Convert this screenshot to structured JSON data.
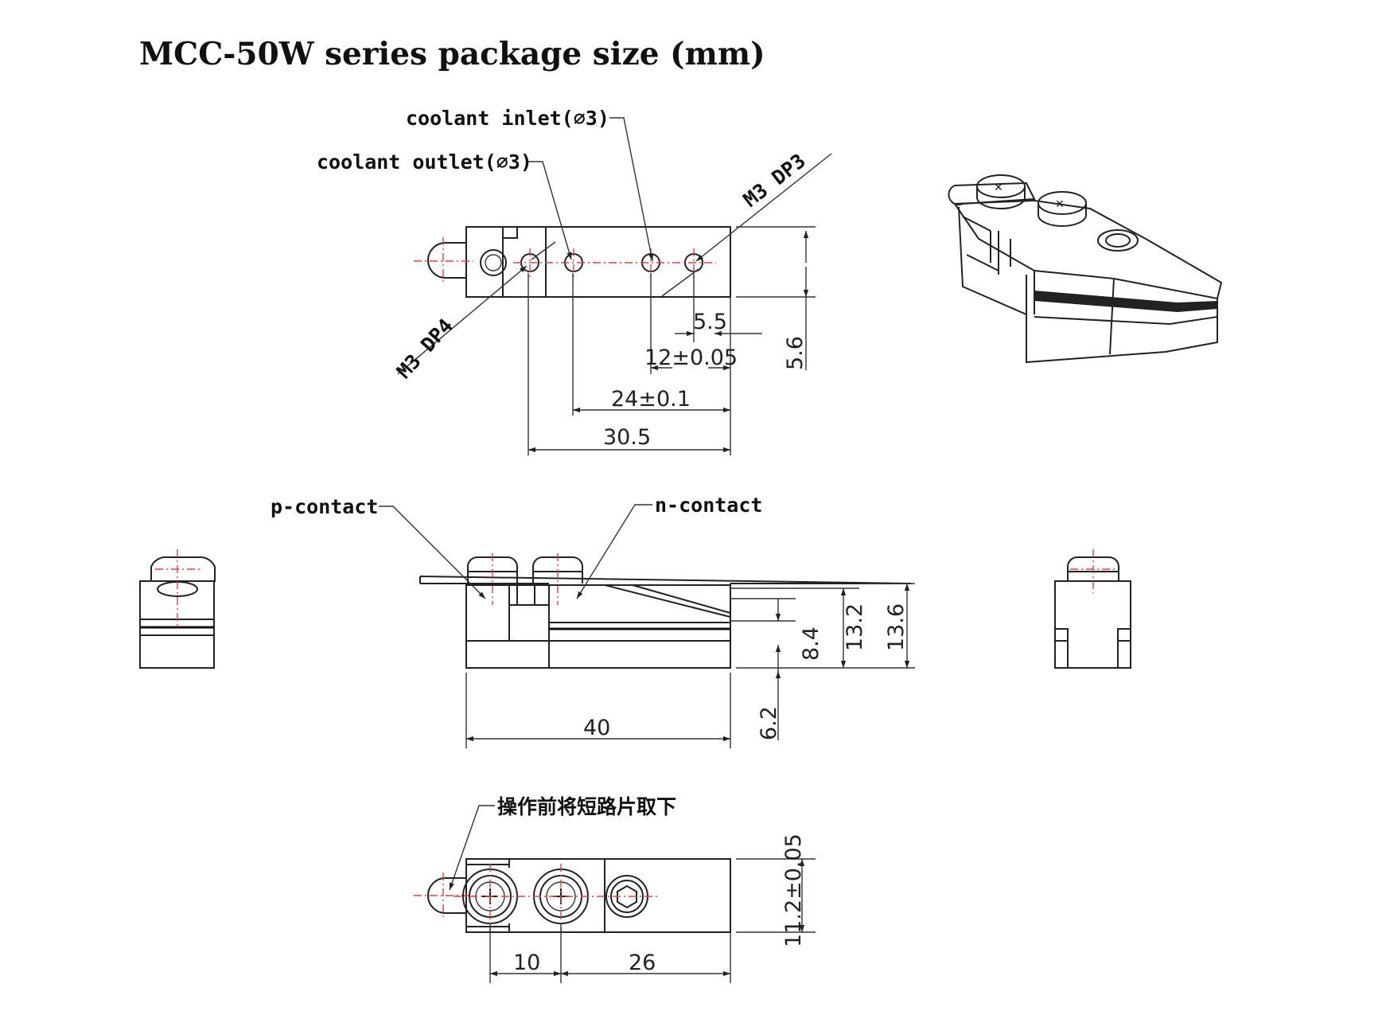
{
  "title": "MCC-50W series package size (mm)",
  "labels": {
    "coolant_inlet": "coolant inlet(⌀3)",
    "coolant_outlet": "coolant outlet(⌀3)",
    "m3_dp3": "M3 DP3",
    "m3_dp4": "M3 DP4",
    "p_contact": "p-contact",
    "n_contact": "n-contact",
    "remove_note": "操作前将短路片取下"
  },
  "dimensions": {
    "d_5_5": "5.5",
    "d_12": "12±0.05",
    "d_24": "24±0.1",
    "d_30_5": "30.5",
    "d_5_6": "5.6",
    "d_40": "40",
    "d_8_4": "8.4",
    "d_13_2": "13.2",
    "d_13_6": "13.6",
    "d_6_2": "6.2",
    "d_10": "10",
    "d_26": "26",
    "d_11_2": "11.2±0.05"
  },
  "colors": {
    "line": "#222222",
    "centerline": "#e04040",
    "background": "#ffffff"
  }
}
